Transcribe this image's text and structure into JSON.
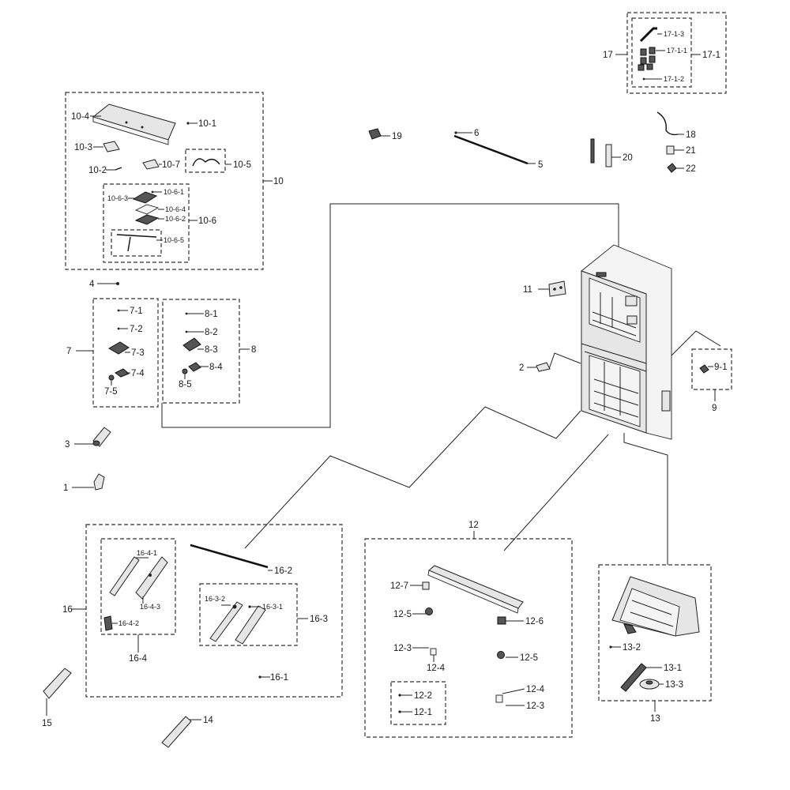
{
  "labels": {
    "l1": "1",
    "l2": "2",
    "l3": "3",
    "l4": "4",
    "l5": "5",
    "l6": "6",
    "l7": "7",
    "l7_1": "7-1",
    "l7_2": "7-2",
    "l7_3": "7-3",
    "l7_4": "7-4",
    "l7_5": "7-5",
    "l8": "8",
    "l8_1": "8-1",
    "l8_2": "8-2",
    "l8_3": "8-3",
    "l8_4": "8-4",
    "l8_5": "8-5",
    "l9": "9",
    "l9_1": "9-1",
    "l10": "10",
    "l10_1": "10-1",
    "l10_2": "10-2",
    "l10_3": "10-3",
    "l10_4": "10-4",
    "l10_5": "10-5",
    "l10_6": "10-6",
    "l10_6_1": "10-6-1",
    "l10_6_2": "10-6-2",
    "l10_6_3": "10-6-3",
    "l10_6_4": "10-6-4",
    "l10_6_5": "10-6-5",
    "l10_7": "10-7",
    "l11": "11",
    "l12": "12",
    "l12_1": "12-1",
    "l12_2": "12-2",
    "l12_3a": "12-3",
    "l12_3b": "12-3",
    "l12_4a": "12-4",
    "l12_4b": "12-4",
    "l12_5a": "12-5",
    "l12_5b": "12-5",
    "l12_6": "12-6",
    "l12_7": "12-7",
    "l13": "13",
    "l13_1": "13-1",
    "l13_2": "13-2",
    "l13_3": "13-3",
    "l14": "14",
    "l15": "15",
    "l16": "16",
    "l16_1": "16-1",
    "l16_2": "16-2",
    "l16_3": "16-3",
    "l16_3_1": "16-3-1",
    "l16_3_2": "16-3-2",
    "l16_4": "16-4",
    "l16_4_1": "16-4-1",
    "l16_4_2": "16-4-2",
    "l16_4_3": "16-4-3",
    "l17": "17",
    "l17_1": "17-1",
    "l17_1_1": "17-1-1",
    "l17_1_2": "17-1-2",
    "l17_1_3": "17-1-3",
    "l18": "18",
    "l19": "19",
    "l20": "20",
    "l21": "21",
    "l22": "22"
  },
  "icons": [
    "screw-icon",
    "bracket-icon",
    "hinge-icon",
    "cable-icon",
    "refrigerator-icon"
  ],
  "colors": {
    "line": "#222222",
    "background": "#ffffff",
    "fill": "#e6e6e6"
  }
}
